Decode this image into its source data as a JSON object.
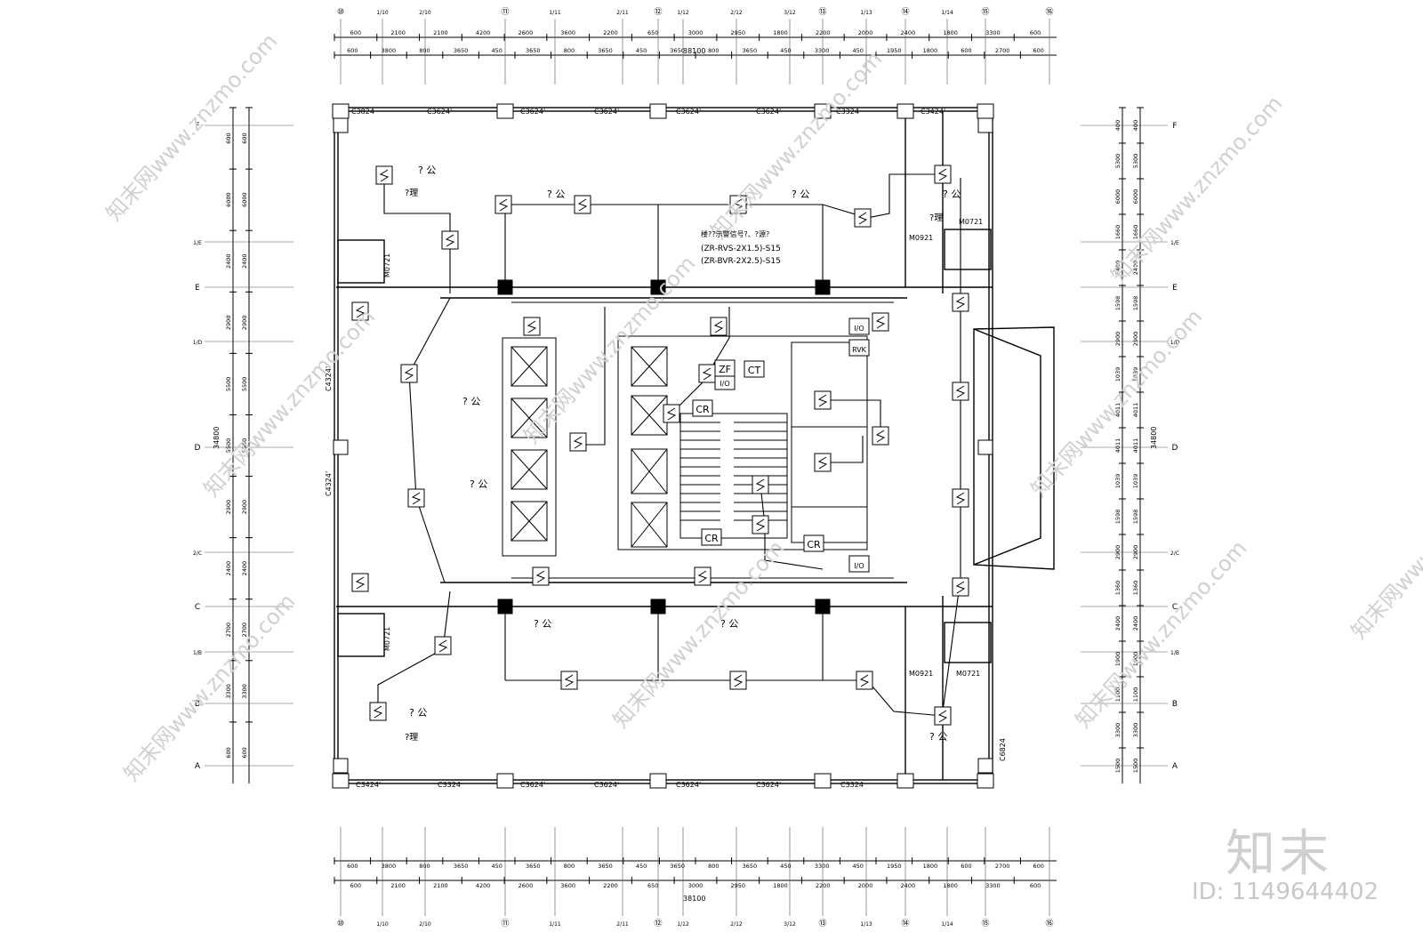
{
  "axes_top": [
    "⑩",
    "1/10",
    "2/10",
    "⑪",
    "1/11",
    "2/11",
    "⑫",
    "1/12",
    "2/12",
    "3/12",
    "⑬",
    "1/13",
    "⑭",
    "1/14",
    "⑮",
    "⑯"
  ],
  "axes_side": [
    "F",
    "1/E",
    "E",
    "1/D",
    "D",
    "2/C",
    "C",
    "1/B",
    "B",
    "A"
  ],
  "dims_top_row1": [
    "600",
    "2100",
    "2100",
    "4200",
    "2600",
    "3600",
    "2200",
    "650",
    "3000",
    "2950",
    "1800",
    "2200",
    "2000",
    "2400",
    "1800",
    "3300",
    "600"
  ],
  "dims_top_row2": [
    "600",
    "3800",
    "800",
    "3650",
    "450",
    "3650",
    "800",
    "3650",
    "450",
    "3650",
    "800",
    "3650",
    "450",
    "3300",
    "450",
    "1950",
    "1800",
    "600",
    "2700",
    "600"
  ],
  "overall_width": "38100",
  "overall_height": "34800",
  "dims_left": [
    "600",
    "6000",
    "2400",
    "2900",
    "5500",
    "5500",
    "2900",
    "2400",
    "2700",
    "3300",
    "600"
  ],
  "dims_right": [
    "400",
    "5300",
    "6000",
    "1660",
    "2400",
    "1598",
    "2900",
    "1039",
    "4011",
    "4011",
    "1039",
    "1598",
    "2900",
    "1360",
    "2400",
    "1900",
    "1100",
    "3300",
    "1500"
  ],
  "windows_top": [
    "C3824",
    "C3624'",
    "C3624'",
    "C3624'",
    "C3624'",
    "C3624'",
    "C3324",
    "C3424'"
  ],
  "windows_bottom": [
    "C3424'",
    "C3324",
    "C3624'",
    "C3624'",
    "C3624'",
    "C3624'",
    "C3324"
  ],
  "windows_left": [
    "C4324'",
    "C4324'"
  ],
  "windows_right": [
    "C6824"
  ],
  "doors": [
    "M0721",
    "M0921",
    "M0721",
    "M0721",
    "M0921",
    "M0721"
  ],
  "room_label": "? 公",
  "room_sub": "?理",
  "cable_note": [
    "楼??示警信号?、?源?",
    "(ZR-RVS-2X1.5)-S15",
    "(ZR-BVR-2X2.5)-S15"
  ],
  "device_codes": [
    "CR",
    "I/O",
    "I/O",
    "I/O",
    "CR",
    "CR",
    "ZF",
    "CT",
    "RVK"
  ],
  "watermark": {
    "site": "www.znzmo.com",
    "brand": "知末网",
    "logo": "知末",
    "id": "ID: 1149644402"
  }
}
